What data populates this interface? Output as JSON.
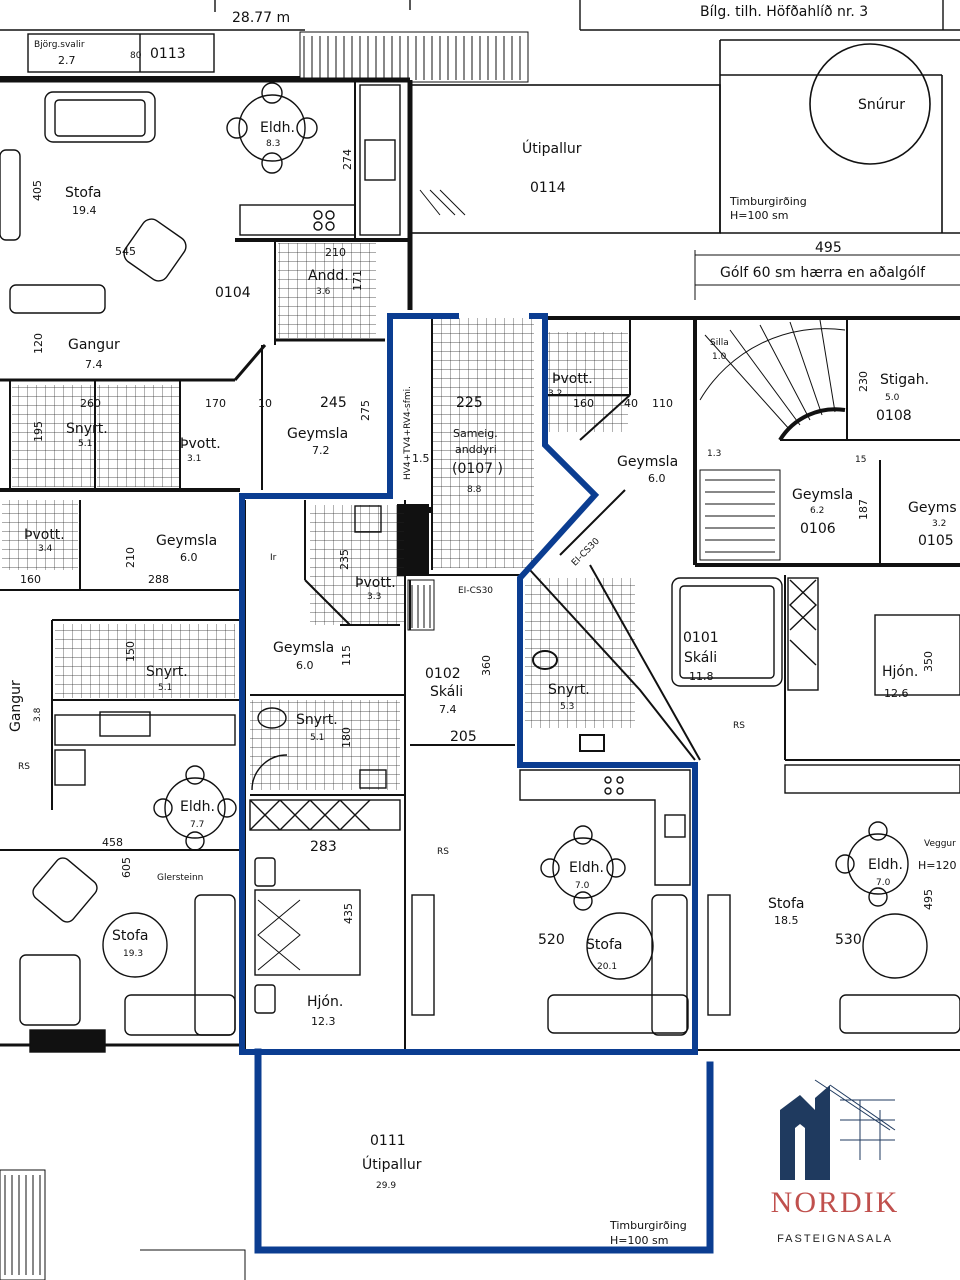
{
  "colors": {
    "outline": "#0b3d91",
    "brand_red": "#c0504d",
    "brand_navy": "#1f3a5f",
    "line": "#111111"
  },
  "header": {
    "dimension": "28.77 m",
    "building_note": "Bílg. tilh. Höfðahlíð nr. 3"
  },
  "labels": {
    "bjorg": "Björg.svalir",
    "bjorg_area": "2.7",
    "bjorg_dim": "80",
    "u0113": "0113",
    "snurur": "Snúrur",
    "utipallur_top": "Útipallur",
    "u0114": "0114",
    "timbur_top": "Timburgirðing",
    "h_top": "H=100 sm",
    "d495_top": "495",
    "golf": "Gólf 60 sm hærra en aðalgólf",
    "eldh_tl": "Eldh.",
    "eldh_tl_a": "8.3",
    "d274": "274",
    "stofa_tl": "Stofa",
    "stofa_tl_a": "19.4",
    "d405": "405",
    "d545": "545",
    "d210_top": "210",
    "andd": "Andd.",
    "andd_a": "3.6",
    "d171": "171",
    "u0104": "0104",
    "gangur_l": "Gangur",
    "gangur_l_a": "7.4",
    "d120": "120",
    "d260": "260",
    "d170": "170",
    "d195": "195",
    "snyrt_l": "Snyrt.",
    "snyrt_l_a": "5.1",
    "thvott_l": "Þvott.",
    "thvott_l_a": "3.1",
    "d10": "10",
    "d245": "245",
    "d275": "275",
    "geymsla_72": "Geymsla",
    "geymsla_72_a": "7.2",
    "vent": "HV4+TV4+RV4-sfmi.",
    "d15": "1.5",
    "d225": "225",
    "sameig": "Sameig.",
    "anddyri": "anddyri",
    "u0107": "(0107 )",
    "u0107_a": "8.8",
    "thvott_32": "Þvott.",
    "thvott_32_a": "3.2",
    "d160_r": "160",
    "d40": "40",
    "d110": "110",
    "geymsla_60_r": "Geymsla",
    "geymsla_60_r_a": "6.0",
    "silla": "Silla",
    "silla_a": "1.0",
    "d230": "230",
    "stigah": "Stigah.",
    "stigah_a": "5.0",
    "u0108": "0108",
    "d13": "1.3",
    "d15b": "15",
    "geymsla_62": "Geymsla",
    "geymsla_62_a": "6.2",
    "u0106": "0106",
    "d187": "187",
    "geyms_32": "Geyms",
    "geyms_32_a": "3.2",
    "u0105": "0105",
    "thvott_34": "Þvott.",
    "thvott_34_a": "3.4",
    "d160_l": "160",
    "d210_l": "210",
    "geymsla_60_l": "Geymsla",
    "geymsla_60_l_a": "6.0",
    "d288": "288",
    "d235": "235",
    "ir1": "Ir",
    "thvott_33": "Þvott.",
    "thvott_33_a": "3.3",
    "geymsla_60_c": "Geymsla",
    "geymsla_60_c_a": "6.0",
    "d115": "115",
    "elcs1": "EI-CS30",
    "elcs2": "EI-CS30",
    "u0102": "0102",
    "skali_c": "Skáli",
    "skali_c_a": "7.4",
    "d360": "360",
    "d205": "205",
    "u0101": "0101",
    "skali_r": "Skáli",
    "skali_r_a": "11.8",
    "rs_r": "RS",
    "snyrt_r": "Snyrt.",
    "snyrt_r_a": "5.3",
    "hjon_r": "Hjón.",
    "hjon_r_a": "12.6",
    "d350": "350",
    "d150": "150",
    "snyrt_ml": "Snyrt.",
    "snyrt_ml_a": "5.1",
    "gangur_v": "Gangur",
    "gangur_v_a": "3.8",
    "rs_l": "RS",
    "snyrt_c": "Snyrt.",
    "snyrt_c_a": "5.1",
    "d180": "180",
    "eldh_l": "Eldh.",
    "eldh_l_a": "7.7",
    "d458": "458",
    "d605": "605",
    "glersteinn": "Glersteinn",
    "d283": "283",
    "rs_c": "RS",
    "eldh_c": "Eldh.",
    "eldh_c_a": "7.0",
    "eldh_r": "Eldh.",
    "eldh_r_a": "7.0",
    "veggur": "Veggur",
    "h120": "H=120",
    "d495_r": "495",
    "stofa_l": "Stofa",
    "stofa_l_a": "19.3",
    "d435": "435",
    "d520": "520",
    "stofa_c": "Stofa",
    "stofa_c_a": "20.1",
    "stofa_r": "Stofa",
    "stofa_r_a": "18.5",
    "d530": "530",
    "hjon_c": "Hjón.",
    "hjon_c_a": "12.3",
    "u0111": "0111",
    "utipallur_b": "Útipallur",
    "utipallur_b_a": "29.9",
    "timbur_b": "Timburgirðing",
    "h_b": "H=100 sm"
  },
  "logo": {
    "name": "NORDIK",
    "sub": "FASTEIGNASALA"
  }
}
